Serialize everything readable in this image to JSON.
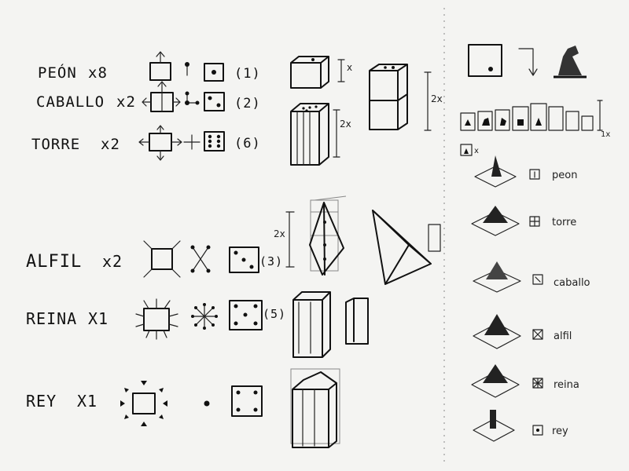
{
  "pieces_table": [
    {
      "name": "PEÓN",
      "count": "x8",
      "die_label": "(1)"
    },
    {
      "name": "CABALLO",
      "count": "x2",
      "die_label": "(2)"
    },
    {
      "name": "TORRE",
      "count": "x2",
      "die_label": "(6)"
    },
    {
      "name": "ALFIL",
      "count": "x2",
      "die_label": "(3)"
    },
    {
      "name": "REINA",
      "count": "X1",
      "die_label": "(5)"
    },
    {
      "name": "REY",
      "count": "X1",
      "die_label": ""
    }
  ],
  "dimensions": {
    "x_label": "x",
    "twox_a": "2x",
    "twox_b": "2x",
    "twox_c": "2x",
    "onex": "1x",
    "small_x": "x"
  },
  "legend_right": [
    {
      "label": "peon"
    },
    {
      "label": "torre"
    },
    {
      "label": "caballo"
    },
    {
      "label": "alfil"
    },
    {
      "label": "reina"
    },
    {
      "label": "rey"
    }
  ]
}
